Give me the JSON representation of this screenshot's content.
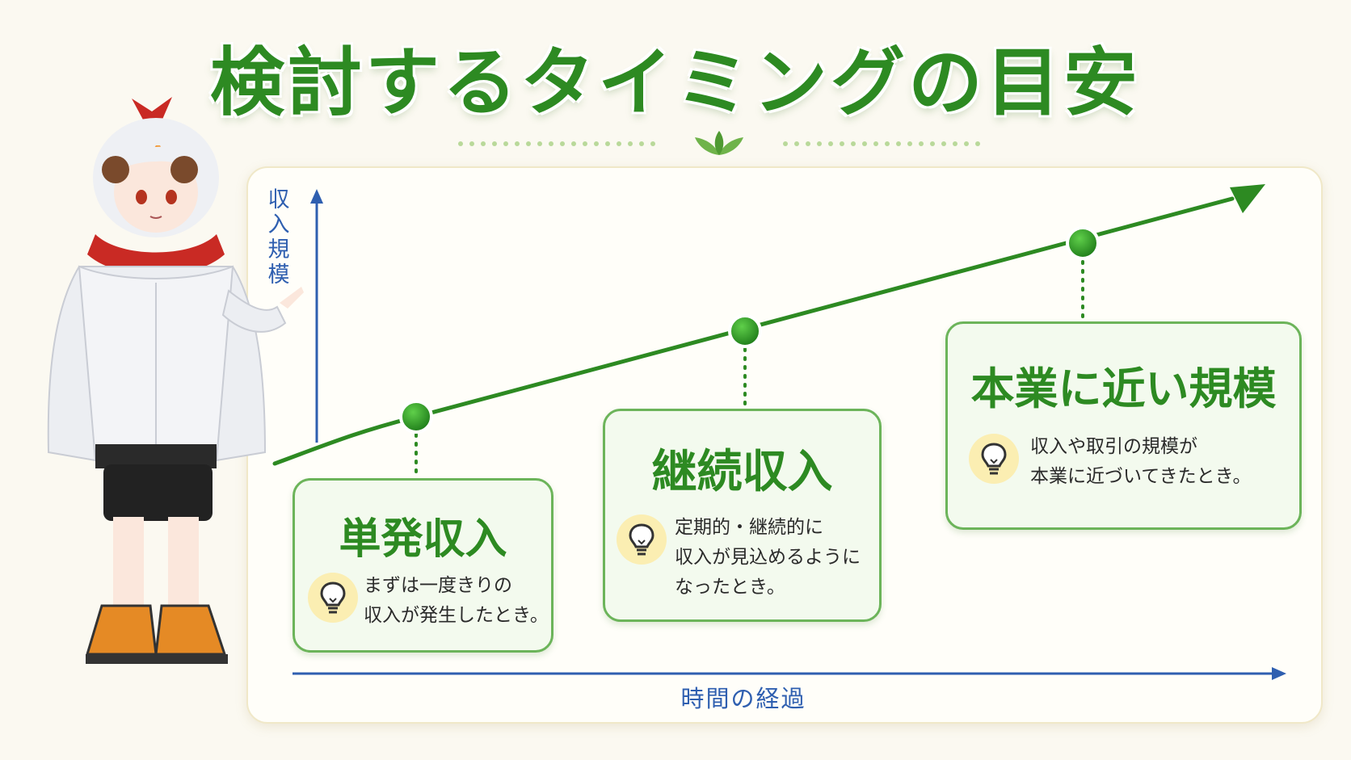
{
  "title": "検討するタイミングの目安",
  "axes": {
    "y_label": "収入規模",
    "x_label": "時間の経過"
  },
  "stages": [
    {
      "title": "単発収入",
      "desc_lines": [
        "まずは一度きりの",
        "収入が発生したとき。"
      ],
      "icon": "lightbulb-icon"
    },
    {
      "title": "継続収入",
      "desc_lines": [
        "定期的・継続的に",
        "収入が見込めるように",
        "なったとき。"
      ],
      "icon": "lightbulb-icon"
    },
    {
      "title": "本業に近い規模",
      "desc_lines": [
        "収入や取引の規模が",
        "本業に近づいてきたとき。"
      ],
      "icon": "lightbulb-icon"
    }
  ],
  "colors": {
    "title": "#2d8a22",
    "line": "#2d8a22",
    "axis": "#2f5fb0",
    "card_border": "#6cb45a",
    "bulb_bg": "#fbeeb2"
  },
  "chart_data": {
    "type": "line",
    "x_axis_label": "時間の経過",
    "y_axis_label": "収入規模",
    "grid": false,
    "series": [
      {
        "points": [
          1,
          2,
          3
        ],
        "labels": [
          "単発収入",
          "継続収入",
          "本業に近い規模"
        ]
      }
    ]
  }
}
